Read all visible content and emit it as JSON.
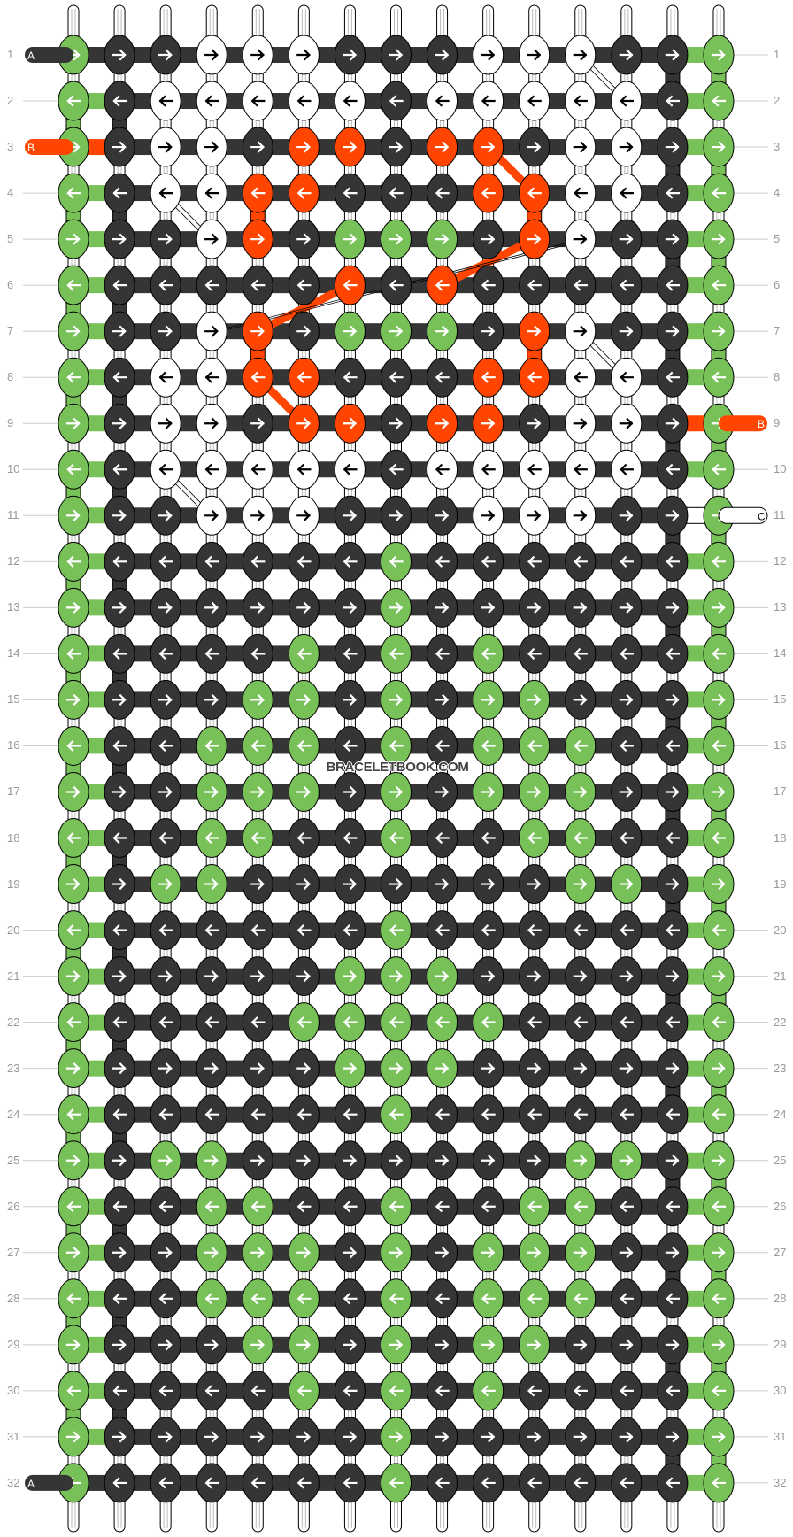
{
  "watermark": "BRACELETBOOK.COM",
  "colors": {
    "G": "#78c058",
    "D": "#353535",
    "W": "#ffffff",
    "O": "#ff4500",
    "outline": "#000000",
    "rownum": "#999999"
  },
  "strand_labels": {
    "left": [
      {
        "row": 1,
        "label": "A",
        "color": "#353535"
      },
      {
        "row": 3,
        "label": "B",
        "color": "#ff4500"
      },
      {
        "row": 32,
        "label": "A",
        "color": "#353535"
      }
    ],
    "right": [
      {
        "row": 9,
        "label": "B",
        "color": "#ff4500"
      },
      {
        "row": 11,
        "label": "C",
        "color": "#ffffff"
      }
    ]
  },
  "grid": {
    "columns": 15,
    "rows": 32,
    "knots": [
      {
        "row": 1,
        "dir": "right",
        "colors": "GDDWWWDDDWWWDDG"
      },
      {
        "row": 2,
        "dir": "left",
        "colors": "GDWWWWWDWWWWWDG"
      },
      {
        "row": 3,
        "dir": "right",
        "colors": "GDWWDOODOODWWDG"
      },
      {
        "row": 4,
        "dir": "left",
        "colors": "GDWWOODDDOOWWDG"
      },
      {
        "row": 5,
        "dir": "right",
        "colors": "GDDWODGGGDOWDDG"
      },
      {
        "row": 6,
        "dir": "left",
        "colors": "GDDDDDODODDDDDG"
      },
      {
        "row": 7,
        "dir": "right",
        "colors": "GDDWODGGGDOWDDG"
      },
      {
        "row": 8,
        "dir": "left",
        "colors": "GDWWOODDDOOWWDG"
      },
      {
        "row": 9,
        "dir": "right",
        "colors": "GDWWDOODOODWWDG"
      },
      {
        "row": 10,
        "dir": "left",
        "colors": "GDWWWWWDWWWWWDG"
      },
      {
        "row": 11,
        "dir": "right",
        "colors": "GDDWWWDDDWWWDDG"
      },
      {
        "row": 12,
        "dir": "left",
        "colors": "GDDDDDDGDDDDDDG"
      },
      {
        "row": 13,
        "dir": "right",
        "colors": "GDDDDDDGDDDDDDG"
      },
      {
        "row": 14,
        "dir": "left",
        "colors": "GDDDDGDGDGDDDDG"
      },
      {
        "row": 15,
        "dir": "right",
        "colors": "GDDDGGDGDGGDDDG"
      },
      {
        "row": 16,
        "dir": "left",
        "colors": "GDDGGGDGDGGGDDG"
      },
      {
        "row": 17,
        "dir": "right",
        "colors": "GDDGGGDGDGGGDDG"
      },
      {
        "row": 18,
        "dir": "left",
        "colors": "GDDGGDDGDDGGDDG"
      },
      {
        "row": 19,
        "dir": "right",
        "colors": "GDGGDDDDDDDGGDG"
      },
      {
        "row": 20,
        "dir": "left",
        "colors": "GDDDDDDGDDDDDDG"
      },
      {
        "row": 21,
        "dir": "right",
        "colors": "GDDDDDGGGDDDDDG"
      },
      {
        "row": 22,
        "dir": "left",
        "colors": "GDDDDGGGGGDDDDG"
      },
      {
        "row": 23,
        "dir": "right",
        "colors": "GDDDDDGGGDDDDDG"
      },
      {
        "row": 24,
        "dir": "left",
        "colors": "GDDDDDDGDDDDDDG"
      },
      {
        "row": 25,
        "dir": "right",
        "colors": "GDGGDDDDDDDGGDG"
      },
      {
        "row": 26,
        "dir": "left",
        "colors": "GDDGGDDGDDGGDDG"
      },
      {
        "row": 27,
        "dir": "right",
        "colors": "GDDGGGDGDGGGDDG"
      },
      {
        "row": 28,
        "dir": "left",
        "colors": "GDDGGGDGDGGGDDG"
      },
      {
        "row": 29,
        "dir": "right",
        "colors": "GDDDGGDGDGGDDDG"
      },
      {
        "row": 30,
        "dir": "left",
        "colors": "GDDDDGDGDGDDDDG"
      },
      {
        "row": 31,
        "dir": "right",
        "colors": "GDDDDDDGDDDDDDG"
      },
      {
        "row": 32,
        "dir": "left",
        "colors": "GDDDDDDGDDDDDDG"
      }
    ]
  }
}
